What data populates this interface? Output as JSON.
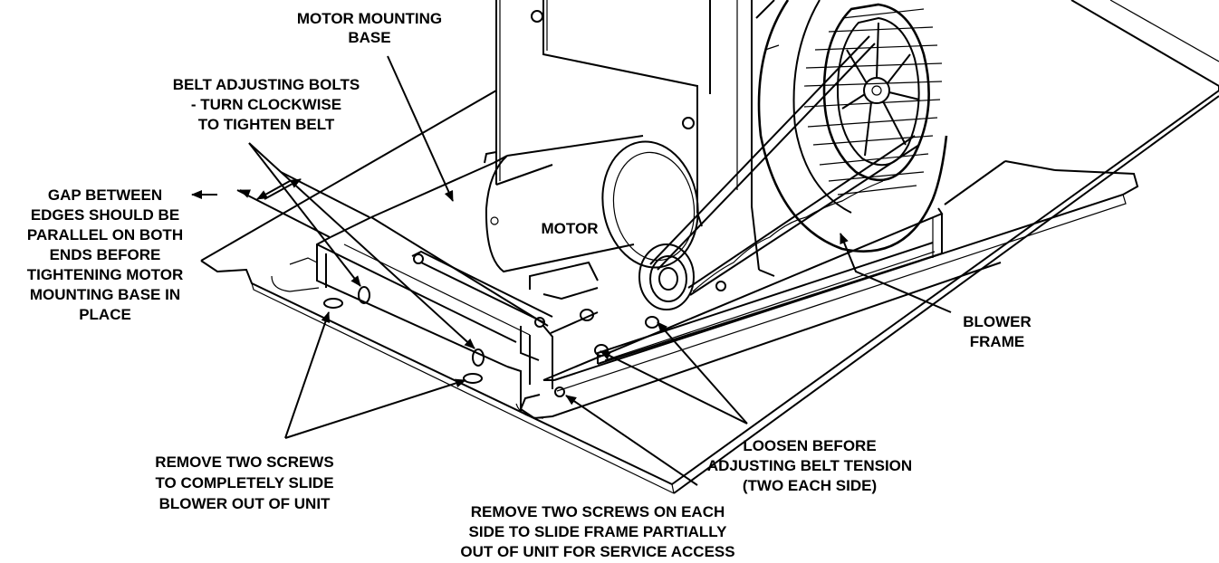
{
  "labels": {
    "motor_mounting_base": [
      "MOTOR MOUNTING",
      "BASE"
    ],
    "belt_adjusting_bolts": [
      "BELT ADJUSTING BOLTS",
      "- TURN CLOCKWISE",
      "TO TIGHTEN BELT"
    ],
    "gap_between_edges": [
      "GAP BETWEEN",
      "EDGES SHOULD BE",
      "PARALLEL ON BOTH",
      "ENDS BEFORE",
      "TIGHTENING MOTOR",
      "MOUNTING BASE IN",
      "PLACE"
    ],
    "motor": "MOTOR",
    "blower_frame": [
      "BLOWER",
      "FRAME"
    ],
    "loosen_before": [
      "LOOSEN BEFORE",
      "ADJUSTING BELT TENSION",
      "(TWO EACH SIDE)"
    ],
    "remove_two_screws_blower": [
      "REMOVE TWO SCREWS",
      "TO COMPLETELY SLIDE",
      "BLOWER OUT OF UNIT"
    ],
    "remove_two_screws_frame": [
      "REMOVE TWO SCREWS ON EACH",
      "SIDE TO SLIDE FRAME PARTIALLY",
      "OUT OF UNIT FOR SERVICE ACCESS"
    ]
  }
}
